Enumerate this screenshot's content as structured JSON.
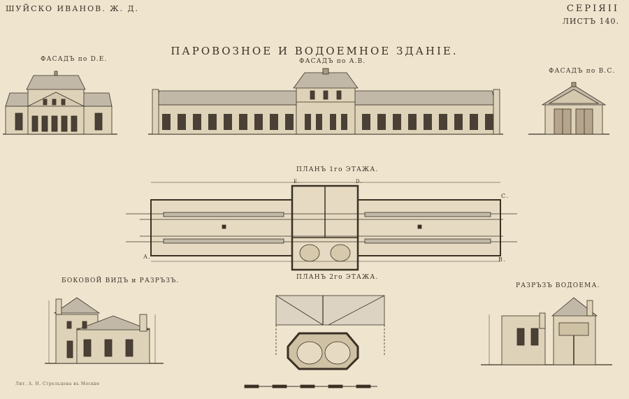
{
  "header": {
    "railway": "ШУЙСКО ИВАНОВ. Ж. Д.",
    "series": "СЕРIЯII",
    "sheet": "ЛИСТЪ 140."
  },
  "title": "ПАРОВОЗНОЕ И ВОДОЕМНОЕ ЗДАНIЕ.",
  "views": {
    "facade_de": "ФАСАДЪ по D.E.",
    "facade_ab": "ФАСАДЪ по А.В.",
    "facade_bc": "ФАСАДЪ по В.С.",
    "plan_1": "ПЛАНЪ 1го ЭТАЖА.",
    "plan_2": "ПЛАНЪ 2го ЭТАЖА.",
    "side_section": "БОКОВОЙ ВИДЪ и РАЗРЪЗЪ.",
    "water_section": "РАЗРЪЗЪ ВОДОЕМА."
  },
  "plan_marks": {
    "a": "А.",
    "b": "В.",
    "c": "С.",
    "d": "D.",
    "e": "Е."
  },
  "imprint": "Лит. А. Н. Стрельцова въ Москве",
  "colors": {
    "paper": "#efe5cf",
    "ink": "#3a3025",
    "roof": "#c2b8a8",
    "wall": "#ded2b8",
    "brick": "#a99a84",
    "window": "#4a4036"
  }
}
